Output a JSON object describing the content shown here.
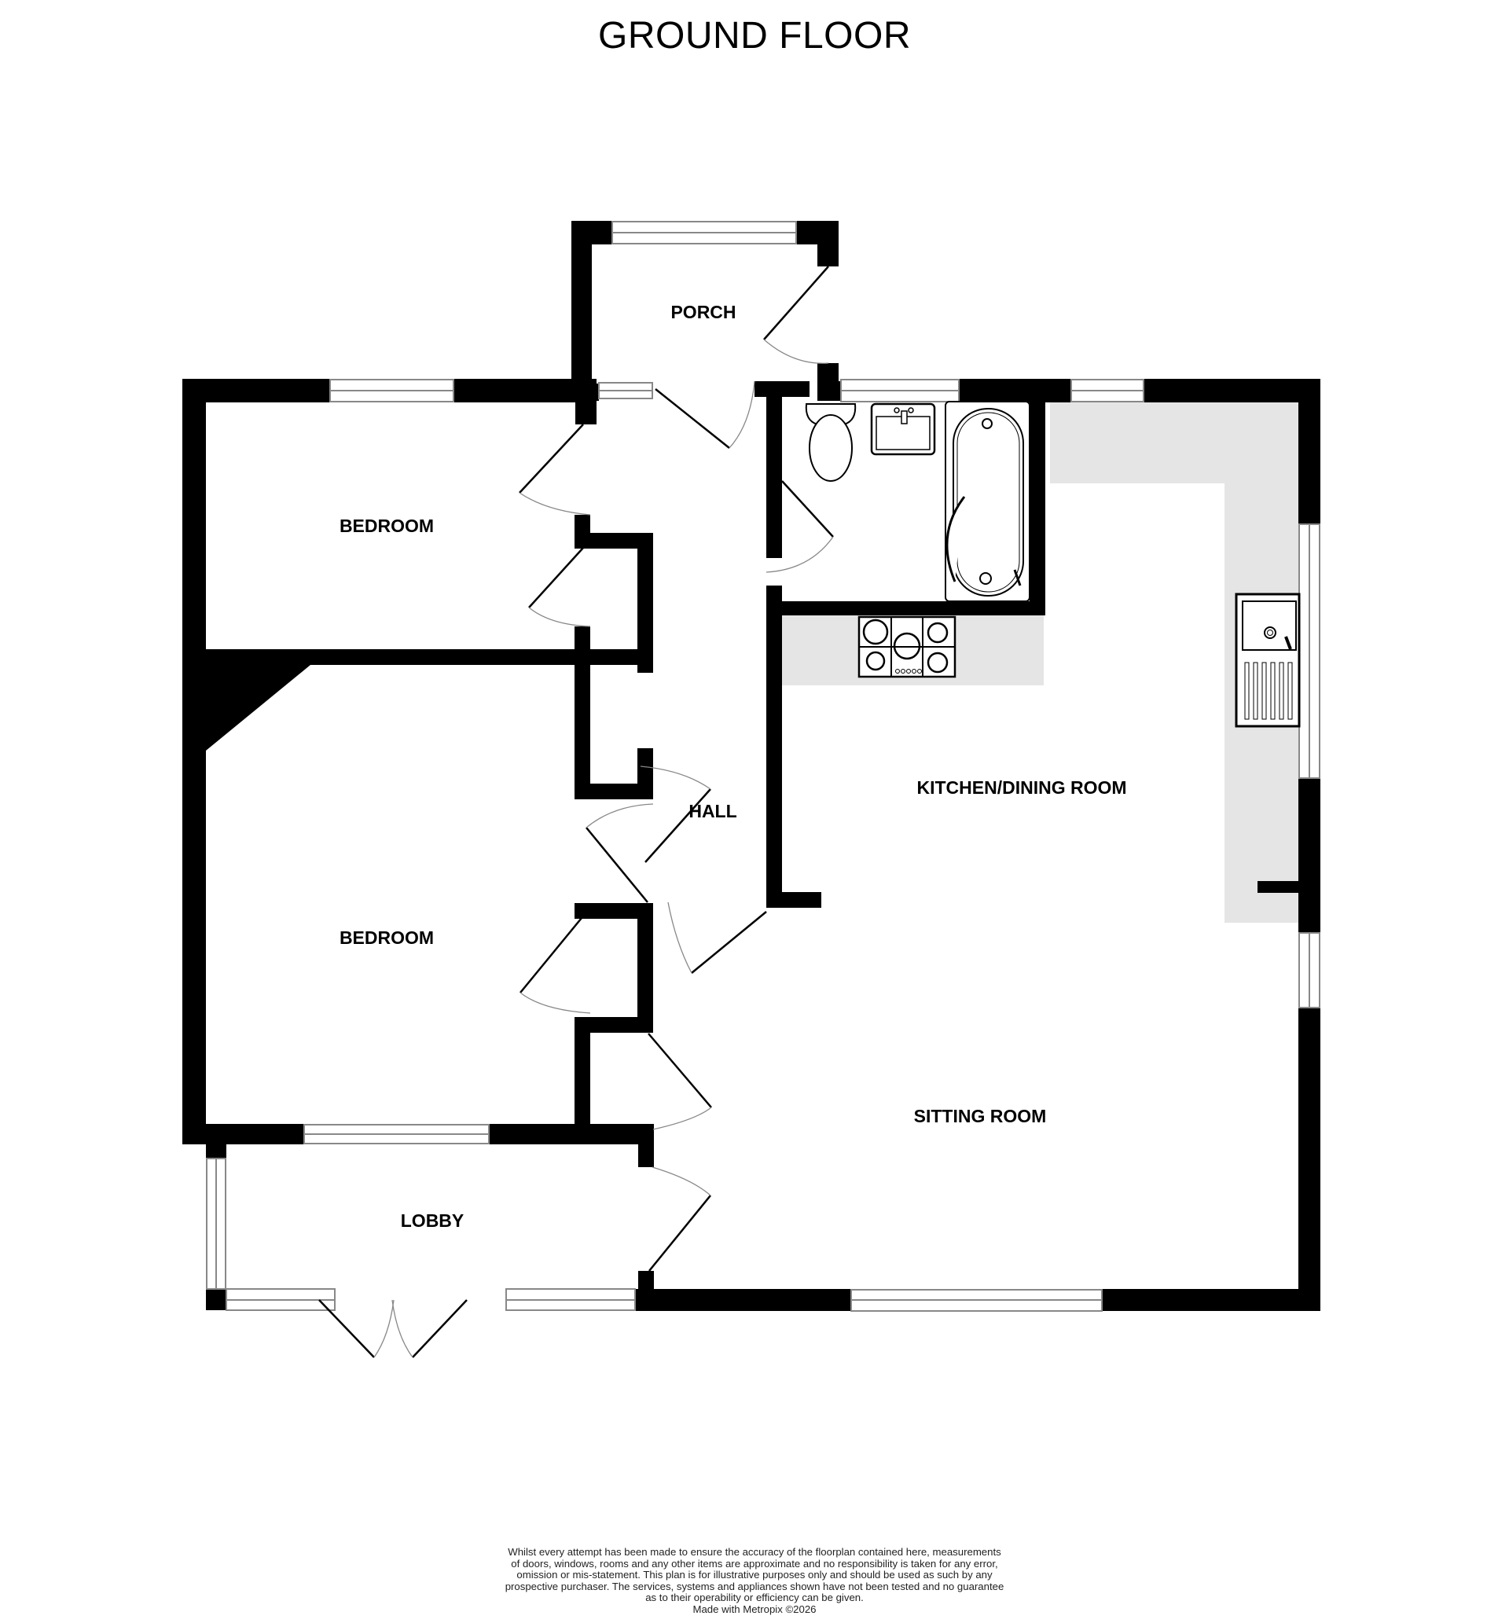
{
  "plan": {
    "title": "GROUND FLOOR",
    "colors": {
      "wall": "#000000",
      "window": "#888888",
      "worktop": "#e5e5e5",
      "background": "#ffffff"
    },
    "rooms": [
      {
        "name": "PORCH"
      },
      {
        "name": "BEDROOM"
      },
      {
        "name": "BEDROOM"
      },
      {
        "name": "HALL"
      },
      {
        "name": "KITCHEN/DINING ROOM"
      },
      {
        "name": "SITTING ROOM"
      },
      {
        "name": "LOBBY"
      }
    ],
    "fixtures": [
      "toilet-icon",
      "basin-icon",
      "bath-icon",
      "hob-icon",
      "sink-icon"
    ]
  },
  "footer": {
    "disclaimer_lines": [
      "Whilst every attempt has been made to ensure the accuracy of the floorplan contained here, measurements",
      "of doors, windows, rooms and any other items are approximate and no responsibility is taken for any error,",
      "omission or mis-statement. This plan is for illustrative purposes only and should be used as such by any",
      "prospective purchaser. The services, systems and appliances shown have not been tested and no guarantee",
      "as to their operability or efficiency can be given."
    ],
    "credit": "Made with Metropix ©2026"
  }
}
